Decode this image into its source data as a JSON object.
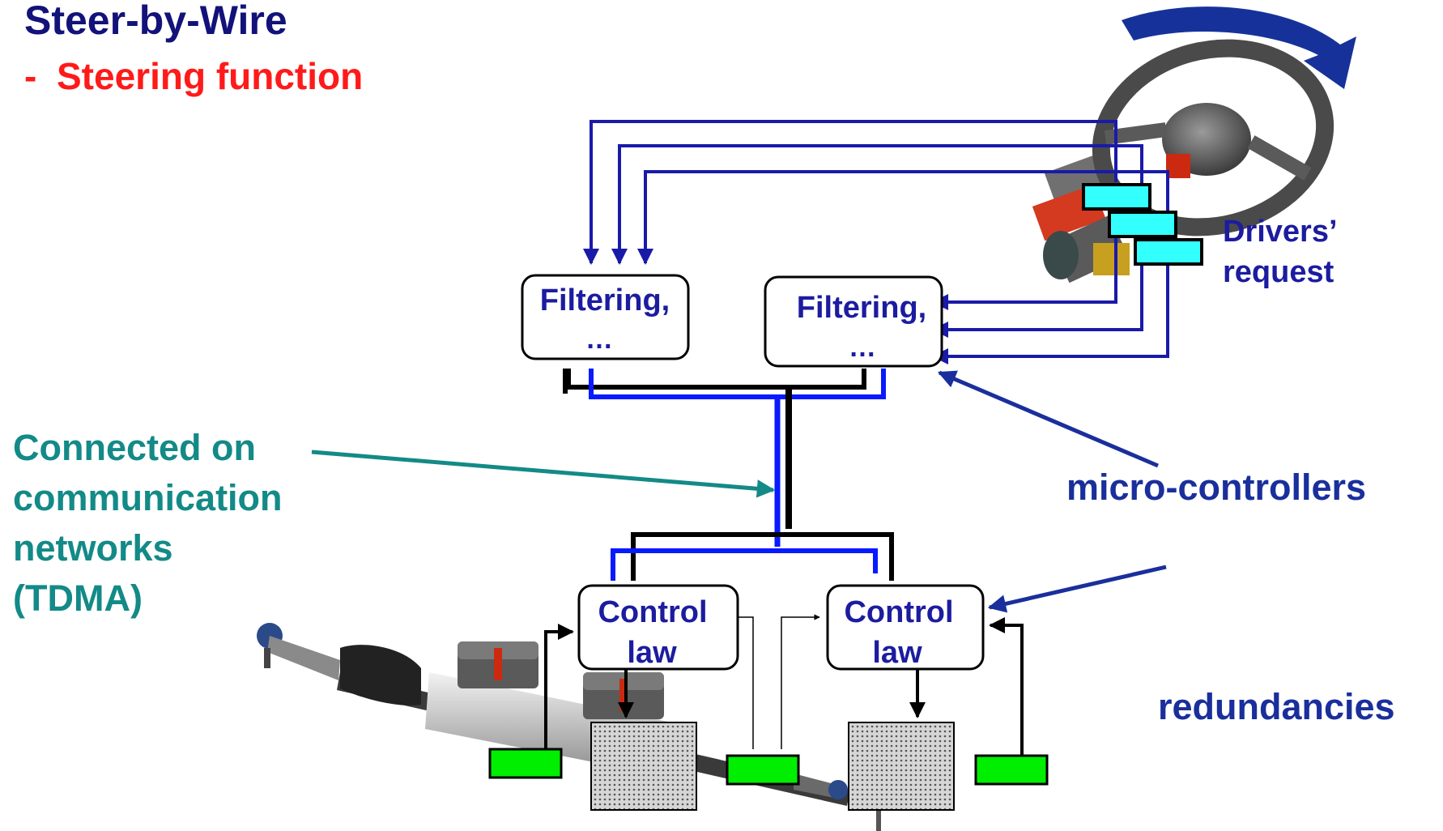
{
  "slide": {
    "title": "Steer-by-Wire",
    "subtitle_bullet": "-",
    "subtitle": "Steering function"
  },
  "labels": {
    "drivers_request": [
      "Drivers’",
      "request"
    ],
    "connected": [
      "Connected on",
      "communication",
      "networks",
      "(TDMA)"
    ],
    "micro_controllers": "micro-controllers",
    "redundancies": "redundancies"
  },
  "nodes": {
    "filter_left": [
      "Filtering,",
      "…"
    ],
    "filter_right": [
      "Filtering,",
      "…"
    ],
    "control_left": [
      "Control",
      "law"
    ],
    "control_right": [
      "Control",
      "law"
    ]
  },
  "colors": {
    "title": "#12127a",
    "subtitle": "#ff1a1a",
    "teal_label": "#138a87",
    "navy_label": "#1a2f9c",
    "sensor_line": "#1a1aa8",
    "bus_blue": "#0a1aff",
    "bus_black": "#000000",
    "sensor_box": "#33ffff",
    "sensor_green": "#00ee00",
    "actuator_gray": "#c8c8c8"
  },
  "icons": [
    "steering-wheel-icon",
    "rotation-arrow-icon",
    "steering-rack-icon"
  ]
}
